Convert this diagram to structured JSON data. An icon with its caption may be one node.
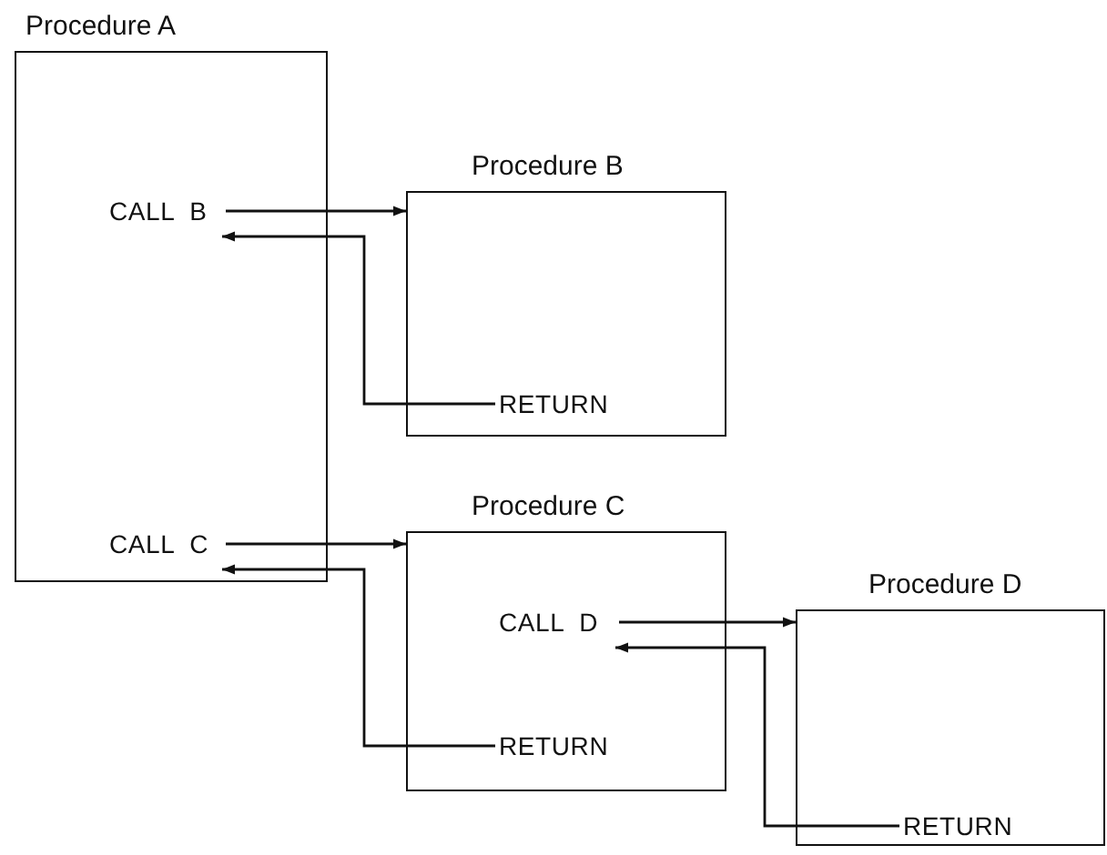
{
  "diagram": {
    "nodes": [
      {
        "text": [
          "Procedure A"
        ]
      },
      {
        "text": [
          "CALL  B"
        ],
        "in": 0
      },
      {
        "text": [
          "Procedure B"
        ]
      },
      {
        "text": [
          "RETURN"
        ],
        "in": 2
      },
      {
        "text": [
          "CALL  C"
        ],
        "in": 0
      },
      {
        "text": [
          "Procedure C"
        ]
      },
      {
        "text": [
          "CALL  D"
        ],
        "in": 5
      },
      {
        "text": [
          "RETURN"
        ],
        "in": 5
      },
      {
        "text": [
          "Procedure D"
        ]
      },
      {
        "text": [
          "RETURN"
        ],
        "in": 8
      }
    ],
    "edges": [
      {
        "from": 1,
        "to": 2,
        "arrow": "to"
      },
      {
        "from": 3,
        "to": 1,
        "arrow": "to"
      },
      {
        "from": 4,
        "to": 5,
        "arrow": "to"
      },
      {
        "from": 7,
        "to": 4,
        "arrow": "to"
      },
      {
        "from": 6,
        "to": 8,
        "arrow": "to"
      },
      {
        "from": 9,
        "to": 6,
        "arrow": "to"
      }
    ]
  }
}
